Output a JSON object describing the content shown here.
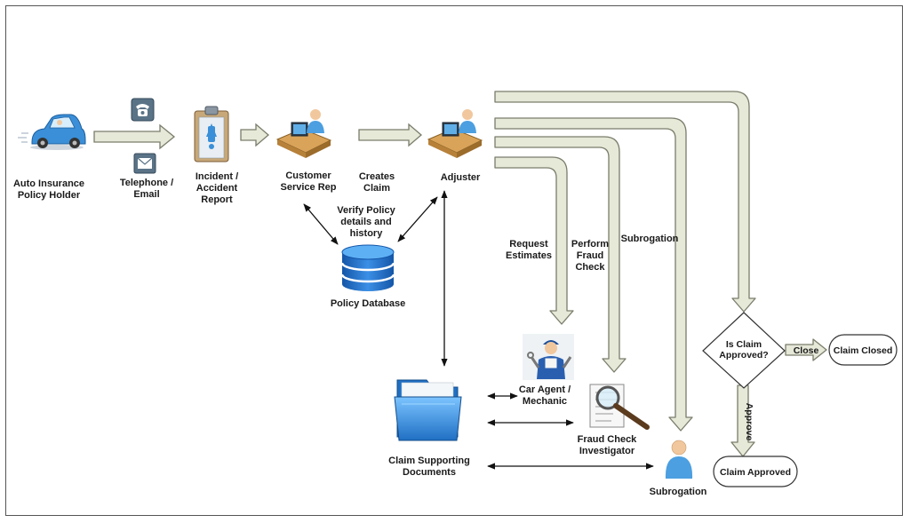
{
  "nodes": {
    "policy_holder": [
      "Auto Insurance",
      "Policy Holder"
    ],
    "telephone_email": [
      "Telephone /",
      "Email"
    ],
    "incident_report": [
      "Incident /",
      "Accident",
      "Report"
    ],
    "customer_service_rep": [
      "Customer",
      "Service Rep"
    ],
    "creates_claim": [
      "Creates",
      "Claim"
    ],
    "adjuster": [
      "Adjuster"
    ],
    "verify_policy": [
      "Verify Policy",
      "details and",
      "history"
    ],
    "policy_database": [
      "Policy Database"
    ],
    "request_estimates": [
      "Request",
      "Estimates"
    ],
    "perform_fraud_check": [
      "Perform",
      "Fraud",
      "Check"
    ],
    "subrogation_path": [
      "Subrogation"
    ],
    "car_agent": [
      "Car Agent /",
      "Mechanic"
    ],
    "fraud_investigator": [
      "Fraud Check",
      "Investigator"
    ],
    "subrogation_person": [
      "Subrogation"
    ],
    "claim_documents": [
      "Claim Supporting",
      "Documents"
    ],
    "is_claim_approved": [
      "Is Claim",
      "Approved?"
    ],
    "close_label": "Close",
    "claim_closed": "Claim Closed",
    "approve_label": "Approve",
    "claim_approved": "Claim Approved"
  },
  "colors": {
    "arrow_fill": "#e6e8d8",
    "arrow_stroke": "#7a7d6b",
    "car_blue": "#3a8fd8",
    "db_blue": "#1f6fc4",
    "folder_blue": "#2f8de0"
  }
}
